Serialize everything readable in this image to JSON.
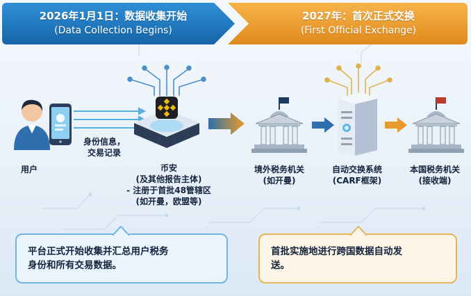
{
  "header": {
    "left_title": "2026年1月1日：数据收集开始",
    "left_subtitle": "(Data Collection Begins)",
    "right_title": "2027年：首次正式交换",
    "right_subtitle": "(First Official Exchange)"
  },
  "nodes": {
    "user_label": "用户",
    "data_label_1": "身份信息，",
    "data_label_2": "交易记录",
    "binance_label_1": "币安",
    "binance_label_2": "(及其他报告主体)",
    "binance_label_3": "- 注册于首批48管辖区",
    "binance_label_4": "(如开曼，欧盟等)",
    "foreign_tax_1": "境外税务机关",
    "foreign_tax_2": "(如开曼)",
    "exchange_system_1": "自动交换系统",
    "exchange_system_2": "(CARF框架)",
    "home_tax_1": "本国税务机关",
    "home_tax_2": "(接收端)"
  },
  "callouts": {
    "left_line_1": "平台正式开始收集并汇总用户税务",
    "left_line_2": "身份和所有交易数据。",
    "right_line_1": "首批实施地进行跨国数据自动发",
    "right_line_2": "送。"
  },
  "colors": {
    "blue": "#1f7ac4",
    "orange": "#e89a2a",
    "navy": "#1c3b63",
    "binance_yellow": "#f0b90b"
  },
  "icons": [
    "user-icon",
    "phone-icon",
    "binance-server-icon",
    "government-building-icon",
    "server-tower-icon",
    "arrow-icon"
  ]
}
